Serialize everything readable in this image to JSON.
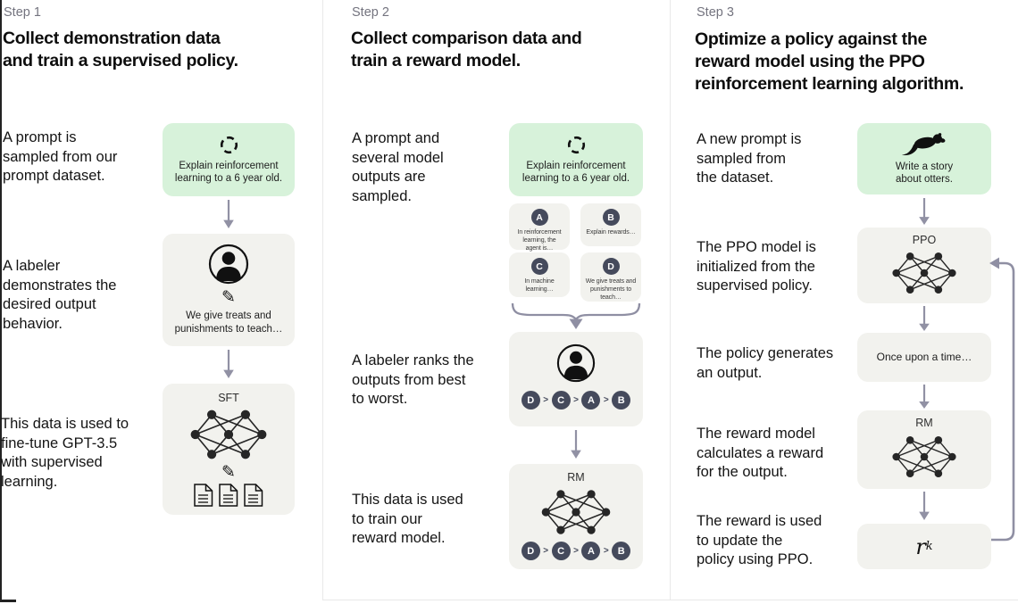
{
  "colors": {
    "prompt_green": "#d7f2da",
    "box_gray": "#f2f2ee",
    "chip_dark": "#454a5c",
    "arrow_gray": "#8f8fa3"
  },
  "glyphs": {
    "pencil": "✎"
  },
  "step1": {
    "label": "Step 1",
    "title": "Collect demonstration data\nand train a supervised policy.",
    "captions": [
      "A prompt is\nsampled from our\nprompt dataset.",
      "A labeler\ndemonstrates the\ndesired output\nbehavior.",
      "This data is used to\nfine-tune GPT-3.5\nwith supervised\nlearning."
    ],
    "prompt_text": "Explain reinforcement\nlearning to a 6 year old.",
    "demo_text": "We give treats and\npunishments to teach…",
    "model_label": "SFT"
  },
  "step2": {
    "label": "Step 2",
    "title": "Collect comparison data and\ntrain a reward model.",
    "captions": [
      "A prompt and\nseveral model\noutputs are\nsampled.",
      "A labeler ranks the\noutputs from best\nto worst.",
      "This data is used\nto train our\nreward model."
    ],
    "prompt_text": "Explain reinforcement\nlearning to a 6 year old.",
    "outputs": [
      {
        "letter": "A",
        "text": "In reinforcement\nlearning, the\nagent is…"
      },
      {
        "letter": "B",
        "text": "Explain rewards…"
      },
      {
        "letter": "C",
        "text": "In machine\nlearning…"
      },
      {
        "letter": "D",
        "text": "We give treats and\npunishments to\nteach…"
      }
    ],
    "ranking": [
      "D",
      "C",
      "A",
      "B"
    ],
    "rank_separator": ">",
    "model_label": "RM"
  },
  "step3": {
    "label": "Step 3",
    "title": "Optimize a policy against the\nreward model using the PPO\nreinforcement learning algorithm.",
    "captions": [
      "A new prompt is\nsampled from\nthe dataset.",
      "The PPO model is\ninitialized from the\nsupervised policy.",
      "The policy generates\nan output.",
      "The reward model\ncalculates a reward\nfor the output.",
      "The reward is used\nto update the\npolicy using PPO."
    ],
    "prompt_text": "Write a story\nabout otters.",
    "ppo_label": "PPO",
    "output_text": "Once upon a time…",
    "rm_label": "RM",
    "reward_base": "r",
    "reward_sub": "k"
  }
}
